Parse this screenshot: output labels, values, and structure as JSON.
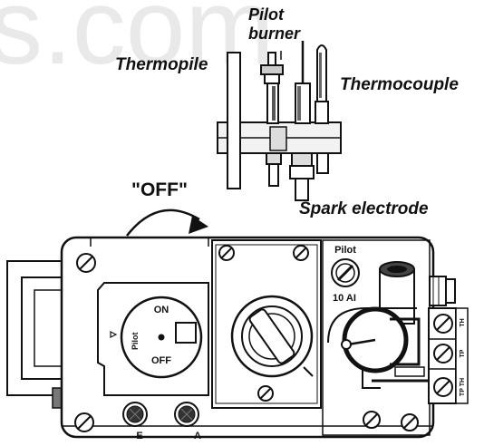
{
  "watermark": "s.com",
  "labels": {
    "thermopile": "Thermopile",
    "pilot_burner_line1": "Pilot",
    "pilot_burner_line2": "burner",
    "thermocouple": "Thermocouple",
    "spark_electrode": "Spark electrode",
    "off_arrow": "\"OFF\""
  },
  "knob": {
    "on": "ON",
    "off": "OFF",
    "pilot": "Pilot"
  },
  "pilot_screw": {
    "label": "Pilot",
    "value": "10 AI"
  },
  "ports": {
    "e": "E",
    "a": "A"
  },
  "terminals": {
    "th": "TH",
    "tp": "TP",
    "tpth": "TP TH"
  }
}
